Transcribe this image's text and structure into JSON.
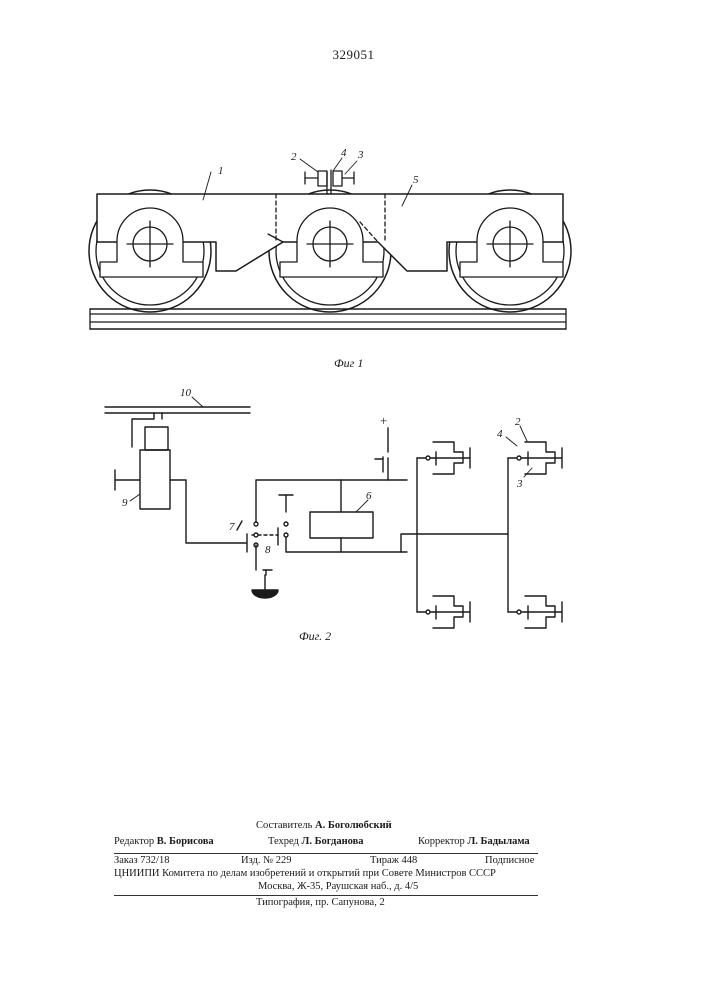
{
  "header": {
    "patent_number": "329051"
  },
  "figure1": {
    "caption": "Фиг 1",
    "labels": {
      "l1": "1",
      "l2": "2",
      "l3": "3",
      "l4": "4",
      "l5": "5"
    }
  },
  "figure2": {
    "caption": "Фиг. 2",
    "labels": {
      "l2": "2",
      "l3": "3",
      "l4": "4",
      "l6": "6",
      "l7": "7",
      "l8": "8",
      "l9": "9",
      "l10": "10",
      "plus": "+"
    }
  },
  "footer": {
    "compiler": {
      "role": "Составитель",
      "name": "А. Боголюбский"
    },
    "editor": {
      "role": "Редактор",
      "name": "В. Борисова"
    },
    "techred": {
      "role": "Техред",
      "name": "Л. Богданова"
    },
    "corrector": {
      "role": "Корректор",
      "name": "Л. Бадылама"
    },
    "order": "Заказ 732/18",
    "edition": "Изд. № 229",
    "circulation": "Тираж 448",
    "subscription": "Подписное",
    "org_line": "ЦНИИПИ Комитета по делам изобретений и открытий при Совете Министров СССР",
    "address": "Москва, Ж-35, Раушская наб., д. 4/5",
    "printer": "Типография, пр. Сапунова, 2"
  }
}
